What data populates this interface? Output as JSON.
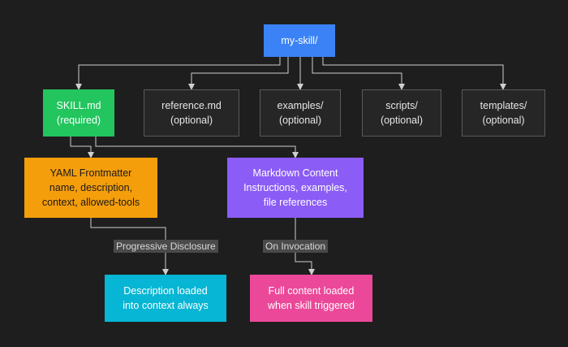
{
  "nodes": {
    "root": {
      "lines": [
        "my-skill/"
      ]
    },
    "skill_md": {
      "lines": [
        "SKILL.md",
        "(required)"
      ]
    },
    "reference_md": {
      "lines": [
        "reference.md",
        "(optional)"
      ]
    },
    "examples": {
      "lines": [
        "examples/",
        "(optional)"
      ]
    },
    "scripts": {
      "lines": [
        "scripts/",
        "(optional)"
      ]
    },
    "templates": {
      "lines": [
        "templates/",
        "(optional)"
      ]
    },
    "yaml": {
      "lines": [
        "YAML Frontmatter",
        "name, description,",
        "context, allowed-tools"
      ]
    },
    "markdown": {
      "lines": [
        "Markdown Content",
        "Instructions, examples,",
        "file references"
      ]
    },
    "description_loaded": {
      "lines": [
        "Description loaded",
        "into context always"
      ]
    },
    "full_content": {
      "lines": [
        "Full content loaded",
        "when skill triggered"
      ]
    }
  },
  "edge_labels": {
    "progressive": "Progressive Disclosure",
    "invocation": "On Invocation"
  },
  "colors": {
    "background": "#1e1e1e",
    "root": "#3b82f6",
    "skill_md": "#22c55e",
    "yaml": "#f59e0b",
    "markdown": "#8b5cf6",
    "description_loaded": "#06b6d4",
    "full_content": "#ec4899",
    "optional_box": "#262626",
    "edge": "#cfcfcf"
  }
}
